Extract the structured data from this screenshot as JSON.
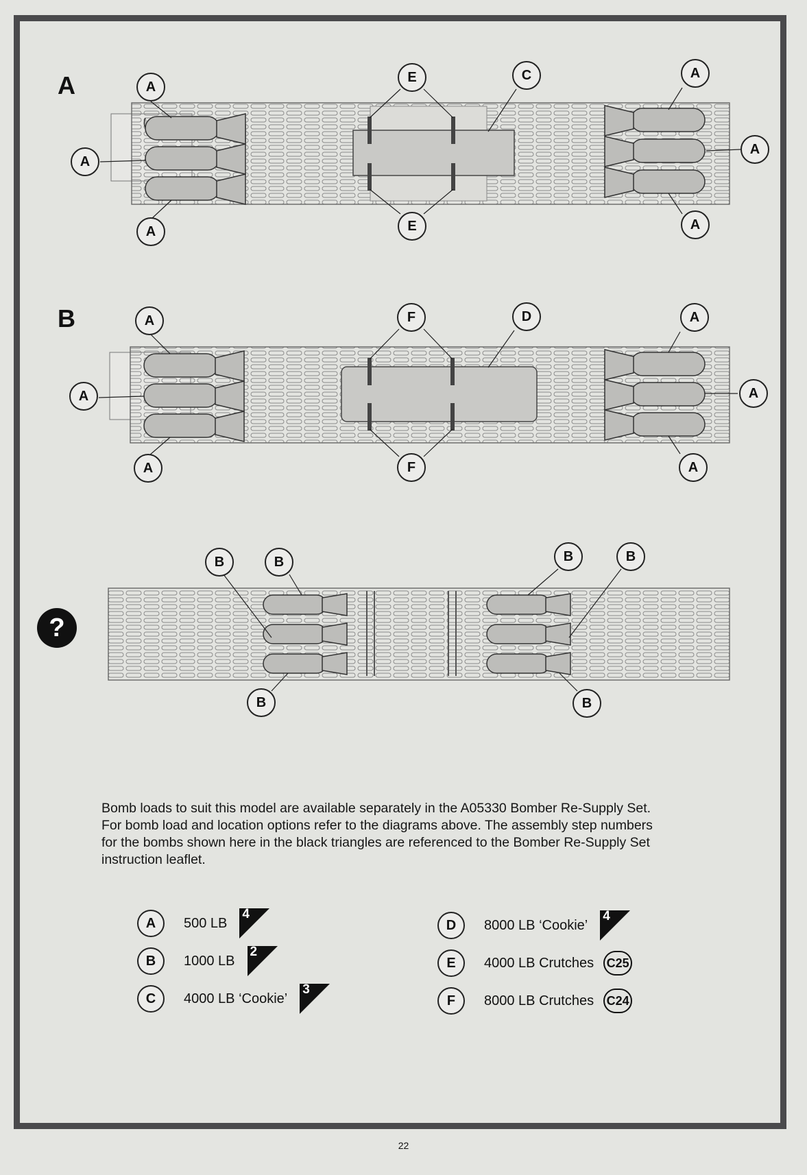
{
  "sections": {
    "a_label": "A",
    "b_label": "B"
  },
  "callouts": {
    "A": "A",
    "B": "B",
    "C": "C",
    "D": "D",
    "E": "E",
    "F": "F"
  },
  "paragraph": {
    "line1": "Bomb loads to suit this model are available separately in the A05330 Bomber Re-Supply Set.",
    "line2": "For bomb load and location options refer to the diagrams above. The assembly step numbers",
    "line3": "for the bombs shown here in the black triangles are referenced to the Bomber Re-Supply Set",
    "line4": "instruction leaflet."
  },
  "legend": [
    {
      "letter": "A",
      "text": "500 LB",
      "step": "4"
    },
    {
      "letter": "B",
      "text": "1000 LB",
      "step": "2"
    },
    {
      "letter": "C",
      "text": "4000 LB ‘Cookie’",
      "step": "3"
    },
    {
      "letter": "D",
      "text": "8000 LB ‘Cookie’",
      "step": "4"
    },
    {
      "letter": "E",
      "text": "4000 LB Crutches",
      "ref": "C25"
    },
    {
      "letter": "F",
      "text": "8000 LB Crutches",
      "ref": "C24"
    }
  ],
  "page_number": "22",
  "icons": [
    "question-mark-icon",
    "step-triangle-icon"
  ]
}
